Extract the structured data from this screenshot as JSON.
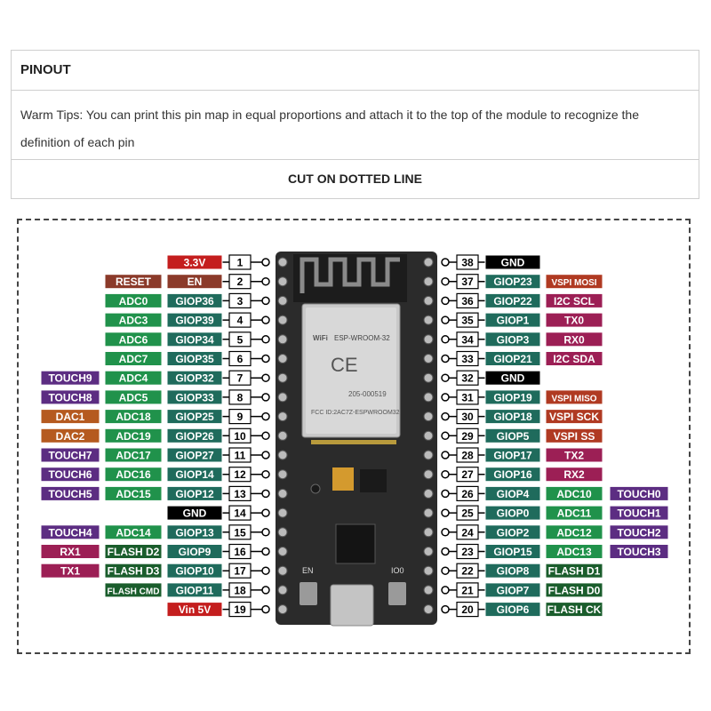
{
  "title": "PINOUT",
  "tips": "Warm Tips: You can print this pin map in equal proportions and attach it to the top of the module to recognize the definition of each pin",
  "cut_line": "CUT ON DOTTED LINE",
  "module": {
    "model": "ESP-WROOM-32",
    "fcc": "FCC ID:2AC7Z-ESPWROOM32",
    "code": "205-000519",
    "ce": "CE",
    "wifi": "WiFi",
    "en_label": "EN",
    "boot_label": "IO0"
  },
  "colors": {
    "power": "#c41e1e",
    "en": "#8b3a2a",
    "gpio": "#1f6b5c",
    "adc": "#20924b",
    "touch": "#5c2d82",
    "dac": "#b55a1f",
    "uart": "#9c1f55",
    "flash": "#1a5d2c",
    "gnd": "#000000",
    "vspi": "#b03a22"
  },
  "left_pins": [
    {
      "num": "1",
      "labels": [
        {
          "text": "3.3V",
          "type": "power"
        }
      ]
    },
    {
      "num": "2",
      "labels": [
        {
          "text": "EN",
          "type": "en"
        },
        {
          "text": "RESET",
          "type": "en"
        }
      ]
    },
    {
      "num": "3",
      "labels": [
        {
          "text": "GIOP36",
          "type": "gpio"
        },
        {
          "text": "ADC0",
          "type": "adc"
        }
      ]
    },
    {
      "num": "4",
      "labels": [
        {
          "text": "GIOP39",
          "type": "gpio"
        },
        {
          "text": "ADC3",
          "type": "adc"
        }
      ]
    },
    {
      "num": "5",
      "labels": [
        {
          "text": "GIOP34",
          "type": "gpio"
        },
        {
          "text": "ADC6",
          "type": "adc"
        }
      ]
    },
    {
      "num": "6",
      "labels": [
        {
          "text": "GIOP35",
          "type": "gpio"
        },
        {
          "text": "ADC7",
          "type": "adc"
        }
      ]
    },
    {
      "num": "7",
      "labels": [
        {
          "text": "GIOP32",
          "type": "gpio"
        },
        {
          "text": "ADC4",
          "type": "adc"
        },
        {
          "text": "TOUCH9",
          "type": "touch"
        }
      ]
    },
    {
      "num": "8",
      "labels": [
        {
          "text": "GIOP33",
          "type": "gpio"
        },
        {
          "text": "ADC5",
          "type": "adc"
        },
        {
          "text": "TOUCH8",
          "type": "touch"
        }
      ]
    },
    {
      "num": "9",
      "labels": [
        {
          "text": "GIOP25",
          "type": "gpio"
        },
        {
          "text": "ADC18",
          "type": "adc"
        },
        {
          "text": "DAC1",
          "type": "dac"
        }
      ]
    },
    {
      "num": "10",
      "labels": [
        {
          "text": "GIOP26",
          "type": "gpio"
        },
        {
          "text": "ADC19",
          "type": "adc"
        },
        {
          "text": "DAC2",
          "type": "dac"
        }
      ]
    },
    {
      "num": "11",
      "labels": [
        {
          "text": "GIOP27",
          "type": "gpio"
        },
        {
          "text": "ADC17",
          "type": "adc"
        },
        {
          "text": "TOUCH7",
          "type": "touch"
        }
      ]
    },
    {
      "num": "12",
      "labels": [
        {
          "text": "GIOP14",
          "type": "gpio"
        },
        {
          "text": "ADC16",
          "type": "adc"
        },
        {
          "text": "TOUCH6",
          "type": "touch"
        }
      ]
    },
    {
      "num": "13",
      "labels": [
        {
          "text": "GIOP12",
          "type": "gpio"
        },
        {
          "text": "ADC15",
          "type": "adc"
        },
        {
          "text": "TOUCH5",
          "type": "touch"
        }
      ]
    },
    {
      "num": "14",
      "labels": [
        {
          "text": "GND",
          "type": "gnd"
        }
      ]
    },
    {
      "num": "15",
      "labels": [
        {
          "text": "GIOP13",
          "type": "gpio"
        },
        {
          "text": "ADC14",
          "type": "adc"
        },
        {
          "text": "TOUCH4",
          "type": "touch"
        }
      ]
    },
    {
      "num": "16",
      "labels": [
        {
          "text": "GIOP9",
          "type": "gpio"
        },
        {
          "text": "FLASH D2",
          "type": "flash"
        },
        {
          "text": "RX1",
          "type": "uart"
        }
      ]
    },
    {
      "num": "17",
      "labels": [
        {
          "text": "GIOP10",
          "type": "gpio"
        },
        {
          "text": "FLASH D3",
          "type": "flash"
        },
        {
          "text": "TX1",
          "type": "uart"
        }
      ]
    },
    {
      "num": "18",
      "labels": [
        {
          "text": "GIOP11",
          "type": "gpio"
        },
        {
          "text": "FLASH CMD",
          "type": "flash"
        }
      ]
    },
    {
      "num": "19",
      "labels": [
        {
          "text": "Vin 5V",
          "type": "power"
        }
      ]
    }
  ],
  "right_pins": [
    {
      "num": "38",
      "labels": [
        {
          "text": "GND",
          "type": "gnd"
        }
      ]
    },
    {
      "num": "37",
      "labels": [
        {
          "text": "GIOP23",
          "type": "gpio"
        },
        {
          "text": "VSPI MOSI",
          "type": "vspi"
        }
      ]
    },
    {
      "num": "36",
      "labels": [
        {
          "text": "GIOP22",
          "type": "gpio"
        },
        {
          "text": "I2C SCL",
          "type": "uart"
        }
      ]
    },
    {
      "num": "35",
      "labels": [
        {
          "text": "GIOP1",
          "type": "gpio"
        },
        {
          "text": "TX0",
          "type": "uart"
        }
      ]
    },
    {
      "num": "34",
      "labels": [
        {
          "text": "GIOP3",
          "type": "gpio"
        },
        {
          "text": "RX0",
          "type": "uart"
        }
      ]
    },
    {
      "num": "33",
      "labels": [
        {
          "text": "GIOP21",
          "type": "gpio"
        },
        {
          "text": "I2C SDA",
          "type": "uart"
        }
      ]
    },
    {
      "num": "32",
      "labels": [
        {
          "text": "GND",
          "type": "gnd"
        }
      ]
    },
    {
      "num": "31",
      "labels": [
        {
          "text": "GIOP19",
          "type": "gpio"
        },
        {
          "text": "VSPI MISO",
          "type": "vspi"
        }
      ]
    },
    {
      "num": "30",
      "labels": [
        {
          "text": "GIOP18",
          "type": "gpio"
        },
        {
          "text": "VSPI SCK",
          "type": "vspi"
        }
      ]
    },
    {
      "num": "29",
      "labels": [
        {
          "text": "GIOP5",
          "type": "gpio"
        },
        {
          "text": "VSPI SS",
          "type": "vspi"
        }
      ]
    },
    {
      "num": "28",
      "labels": [
        {
          "text": "GIOP17",
          "type": "gpio"
        },
        {
          "text": "TX2",
          "type": "uart"
        }
      ]
    },
    {
      "num": "27",
      "labels": [
        {
          "text": "GIOP16",
          "type": "gpio"
        },
        {
          "text": "RX2",
          "type": "uart"
        }
      ]
    },
    {
      "num": "26",
      "labels": [
        {
          "text": "GIOP4",
          "type": "gpio"
        },
        {
          "text": "ADC10",
          "type": "adc"
        },
        {
          "text": "TOUCH0",
          "type": "touch"
        }
      ]
    },
    {
      "num": "25",
      "labels": [
        {
          "text": "GIOP0",
          "type": "gpio"
        },
        {
          "text": "ADC11",
          "type": "adc"
        },
        {
          "text": "TOUCH1",
          "type": "touch"
        }
      ]
    },
    {
      "num": "24",
      "labels": [
        {
          "text": "GIOP2",
          "type": "gpio"
        },
        {
          "text": "ADC12",
          "type": "adc"
        },
        {
          "text": "TOUCH2",
          "type": "touch"
        }
      ]
    },
    {
      "num": "23",
      "labels": [
        {
          "text": "GIOP15",
          "type": "gpio"
        },
        {
          "text": "ADC13",
          "type": "adc"
        },
        {
          "text": "TOUCH3",
          "type": "touch"
        }
      ]
    },
    {
      "num": "22",
      "labels": [
        {
          "text": "GIOP8",
          "type": "gpio"
        },
        {
          "text": "FLASH D1",
          "type": "flash"
        }
      ]
    },
    {
      "num": "21",
      "labels": [
        {
          "text": "GIOP7",
          "type": "gpio"
        },
        {
          "text": "FLASH D0",
          "type": "flash"
        }
      ]
    },
    {
      "num": "20",
      "labels": [
        {
          "text": "GIOP6",
          "type": "gpio"
        },
        {
          "text": "FLASH CK",
          "type": "flash"
        }
      ]
    }
  ]
}
